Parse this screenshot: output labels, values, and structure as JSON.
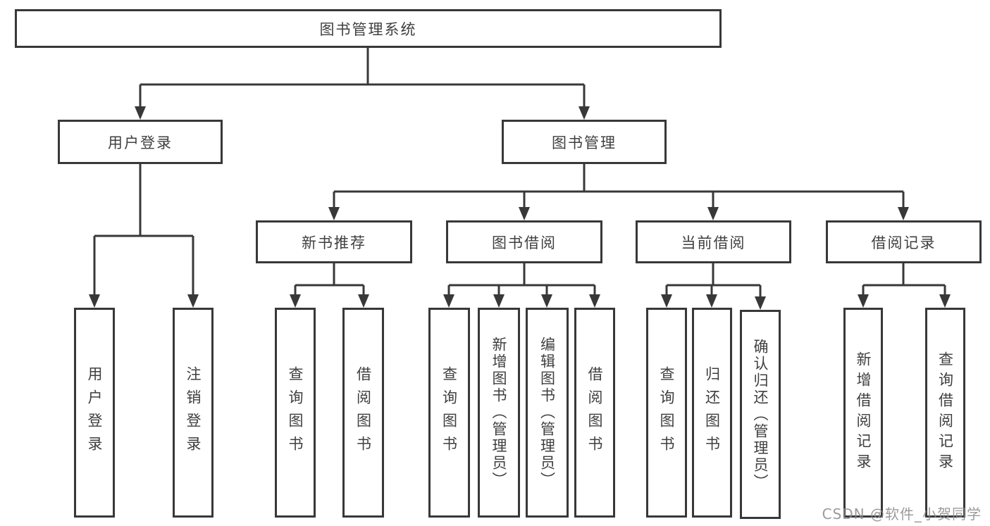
{
  "diagram": {
    "title": "图书管理系统",
    "tree": {
      "label": "图书管理系统",
      "children": [
        {
          "label": "用户登录",
          "children": [
            {
              "label": "用户登录"
            },
            {
              "label": "注销登录"
            }
          ]
        },
        {
          "label": "图书管理",
          "children": [
            {
              "label": "新书推荐",
              "children": [
                {
                  "label": "查询图书"
                },
                {
                  "label": "借阅图书"
                }
              ]
            },
            {
              "label": "图书借阅",
              "children": [
                {
                  "label": "查询图书"
                },
                {
                  "label": "新增图书（管理员）"
                },
                {
                  "label": "编辑图书（管理员）"
                },
                {
                  "label": "借阅图书"
                }
              ]
            },
            {
              "label": "当前借阅",
              "children": [
                {
                  "label": "查询图书"
                },
                {
                  "label": "归还图书"
                },
                {
                  "label": "确认归还（管理员）"
                }
              ]
            },
            {
              "label": "借阅记录",
              "children": [
                {
                  "label": "新增借阅记录"
                },
                {
                  "label": "查询借阅记录"
                }
              ]
            }
          ]
        }
      ]
    }
  },
  "colors": {
    "line": "#383838",
    "text": "#3f3f3f",
    "background": "#ffffff",
    "watermark": "#8a8a8a"
  },
  "watermark": "CSDN @软件_小贺同学"
}
